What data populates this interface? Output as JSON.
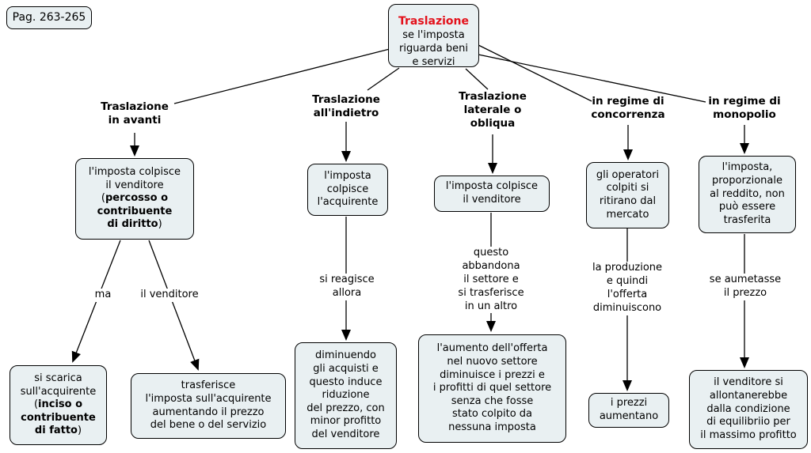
{
  "page": {
    "ref": "Pag. 263-265"
  },
  "root": {
    "title": "Traslazione",
    "subtitle": "se l'imposta\nriguarda beni\ne servizi",
    "title_color": "#e3111b"
  },
  "branches": [
    {
      "label": "Traslazione\nin avanti"
    },
    {
      "label": "Traslazione\nall'indietro"
    },
    {
      "label": "Traslazione\nlaterale o\nobliqua"
    },
    {
      "label": "in regime di\nconcorrenza"
    },
    {
      "label": "in regime di\nmonopolio"
    }
  ],
  "nodes": {
    "seller_hit": {
      "pre": "l'imposta colpisce\nil venditore\n(",
      "bold": "percosso o\ncontribuente\ndi diritto",
      "post": ")"
    },
    "buyer_hit": {
      "text": "l'imposta\ncolpisce\nl'acquirente"
    },
    "seller_hit_lateral": {
      "text": "l'imposta colpisce\nil venditore"
    },
    "operators_exit": {
      "text": "gli operatori\ncolpiti si\nritirano dal\nmercato"
    },
    "tax_not_transferable": {
      "text": "l'imposta,\nproporzionale\nal reddito, non\npuò essere\ntrasferita"
    },
    "falls_on_buyer": {
      "pre": "si scarica\nsull'acquirente\n(",
      "bold": "inciso o\ncontribuente\ndi fatto",
      "post": ")"
    },
    "transfers_tax": {
      "text": "trasferisce\nl'imposta sull'acquirente\naumentando il prezzo\ndel bene o del  servizio"
    },
    "reduces_purchases": {
      "text": "diminuendo\ngli acquisti e\nquesto induce\nriduzione\ndel prezzo, con\nminor profitto\ndel venditore"
    },
    "supply_increase": {
      "text": "l'aumento dell'offerta\nnel nuovo settore\ndiminuisce i prezzi e\ni profitti di quel settore\nsenza che fosse\nstato colpito da\nnessuna imposta"
    },
    "prices_rise": {
      "text": "i prezzi\naumentano"
    },
    "seller_equilibrium": {
      "text": "il venditore si\nallontanerebbe\ndalla condizione\ndi equilibriio per\nil massimo profitto"
    }
  },
  "edge_labels": {
    "ma": "ma",
    "il_venditore": "il venditore",
    "si_reagisce": "si reagisce\nallora",
    "questo_abbandona": "questo\nabbandona\nil settore e\nsi trasferisce\nin un altro",
    "la_produzione": "la produzione\ne quindi\nl'offerta\ndiminuiscono",
    "se_aumetasse": "se aumetasse\nil prezzo"
  },
  "colors": {
    "box_fill": "#e9f0f2",
    "line": "#000000",
    "background": "#ffffff",
    "title_red": "#e3111b"
  }
}
